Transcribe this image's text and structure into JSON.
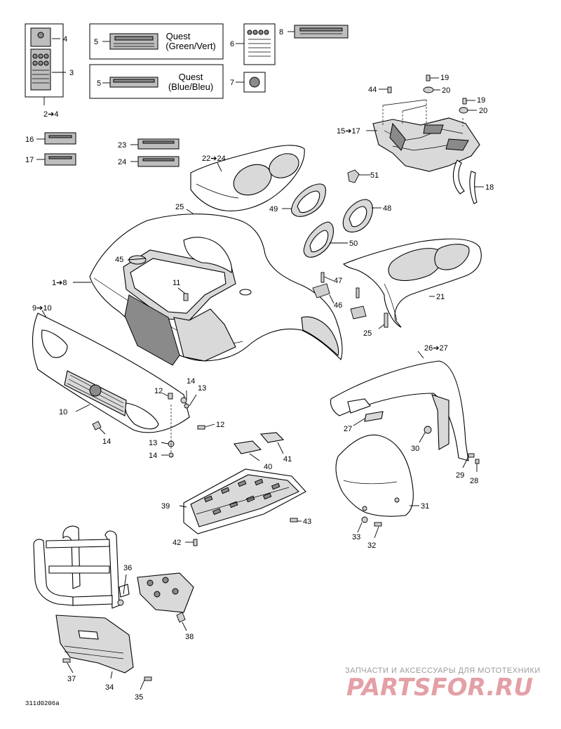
{
  "decals": {
    "quest_green": {
      "label_line1": "Quest",
      "label_line2": "(Green/Vert)"
    },
    "quest_blue": {
      "label_line1": "Quest",
      "label_line2": "(Blue/Bleu)"
    }
  },
  "callouts": {
    "c2_4": "2➔4",
    "c3": "3",
    "c4": "4",
    "c5a": "5",
    "c5b": "5",
    "c6": "6",
    "c7": "7",
    "c8": "8",
    "c16": "16",
    "c17": "17",
    "c23": "23",
    "c24": "24",
    "c44": "44",
    "c19a": "19",
    "c20a": "20",
    "c19b": "19",
    "c20b": "20",
    "c15_17": "15➔17",
    "c18": "18",
    "c22_24": "22➔24",
    "c51": "51",
    "c25a": "25",
    "c49": "49",
    "c48": "48",
    "c50": "50",
    "c45": "45",
    "c1_8": "1➔8",
    "c11": "11",
    "c47": "47",
    "c46": "46",
    "c21": "21",
    "c25b": "25",
    "c9_10": "9➔10",
    "c26_27": "26➔27",
    "c10": "10",
    "c12a": "12",
    "c14a": "14",
    "c13a": "13",
    "c14b": "14",
    "c12b": "12",
    "c13b": "13",
    "c14c": "14",
    "c27": "27",
    "c30": "30",
    "c29": "29",
    "c28": "28",
    "c40": "40",
    "c41": "41",
    "c31": "31",
    "c39": "39",
    "c43": "43",
    "c42": "42",
    "c33": "33",
    "c32": "32",
    "c36": "36",
    "c38": "38",
    "c37": "37",
    "c34": "34",
    "c35": "35"
  },
  "diagram_code": "311d0206a",
  "watermark": {
    "line1": "ЗАПЧАСТИ И АКСЕССУАРЫ ДЛЯ МОТОТЕХНИКИ",
    "line2": "PARTSFOR.RU"
  }
}
